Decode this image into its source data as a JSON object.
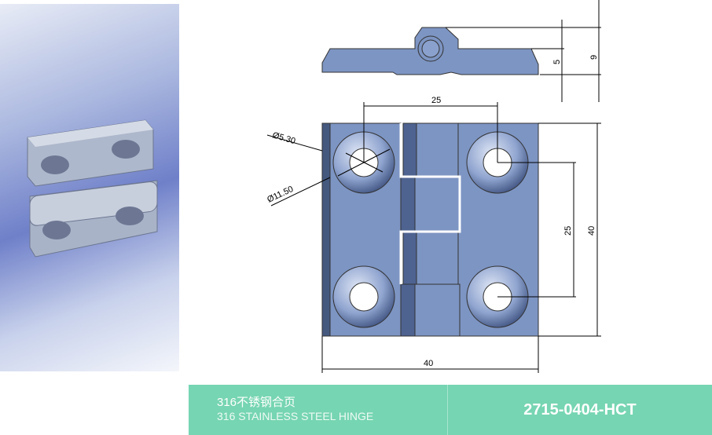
{
  "drawing": {
    "dim_height_knuckle": "5",
    "dim_height_total": "9",
    "dim_hole_spacing_horizontal": "25",
    "dim_hole_spacing_vertical": "25",
    "dim_height": "40",
    "dim_width": "40",
    "hole_diameter": "Ø5.30",
    "countersink_diameter": "Ø11.50"
  },
  "banner": {
    "title_cn": "316不锈钢合页",
    "title_en": "316 STAINLESS STEEL HINGE",
    "part_number": "2715-0404-HCT",
    "color": "#76d5b2"
  }
}
